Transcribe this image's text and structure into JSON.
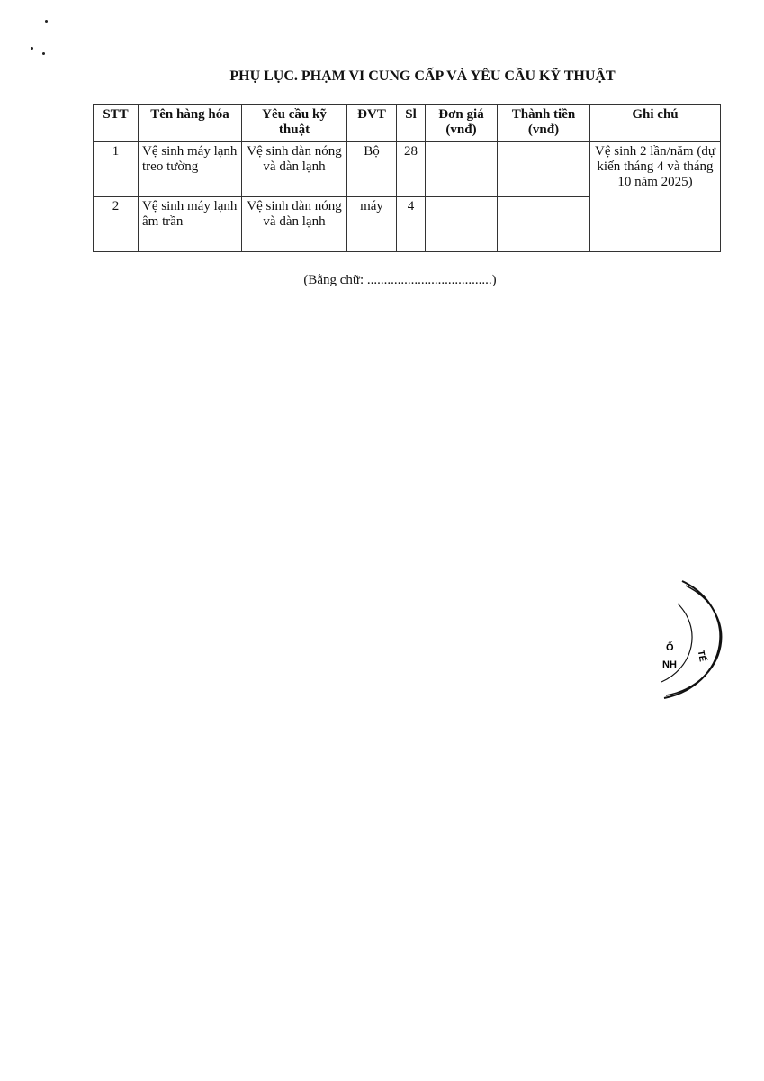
{
  "document": {
    "title": "PHỤ LỤC. PHẠM VI CUNG CẤP VÀ YÊU CẦU KỸ THUẬT",
    "table": {
      "headers": [
        "STT",
        "Tên hàng hóa",
        "Yêu cầu kỹ thuật",
        "ĐVT",
        "Sl",
        "Đơn giá (vnđ)",
        "Thành tiền (vnđ)",
        "Ghi chú"
      ],
      "rows": [
        {
          "stt": "1",
          "name": "Vệ sinh máy lạnh treo tường",
          "requirement": "Vệ sinh dàn nóng và dàn lạnh",
          "unit": "Bộ",
          "qty": "28",
          "unit_price": "",
          "total": ""
        },
        {
          "stt": "2",
          "name": "Vệ sinh máy lạnh âm trần",
          "requirement": "Vệ sinh dàn nóng và dàn lạnh",
          "unit": "máy",
          "qty": "4",
          "unit_price": "",
          "total": ""
        }
      ],
      "note": "Vệ sinh 2 lần/năm (dự kiến tháng 4 và tháng 10 năm 2025)"
    },
    "amount_in_words": "(Bằng chữ: .....................................)",
    "stamp_fragments": [
      "Ố",
      "NH",
      "TẾ"
    ]
  }
}
